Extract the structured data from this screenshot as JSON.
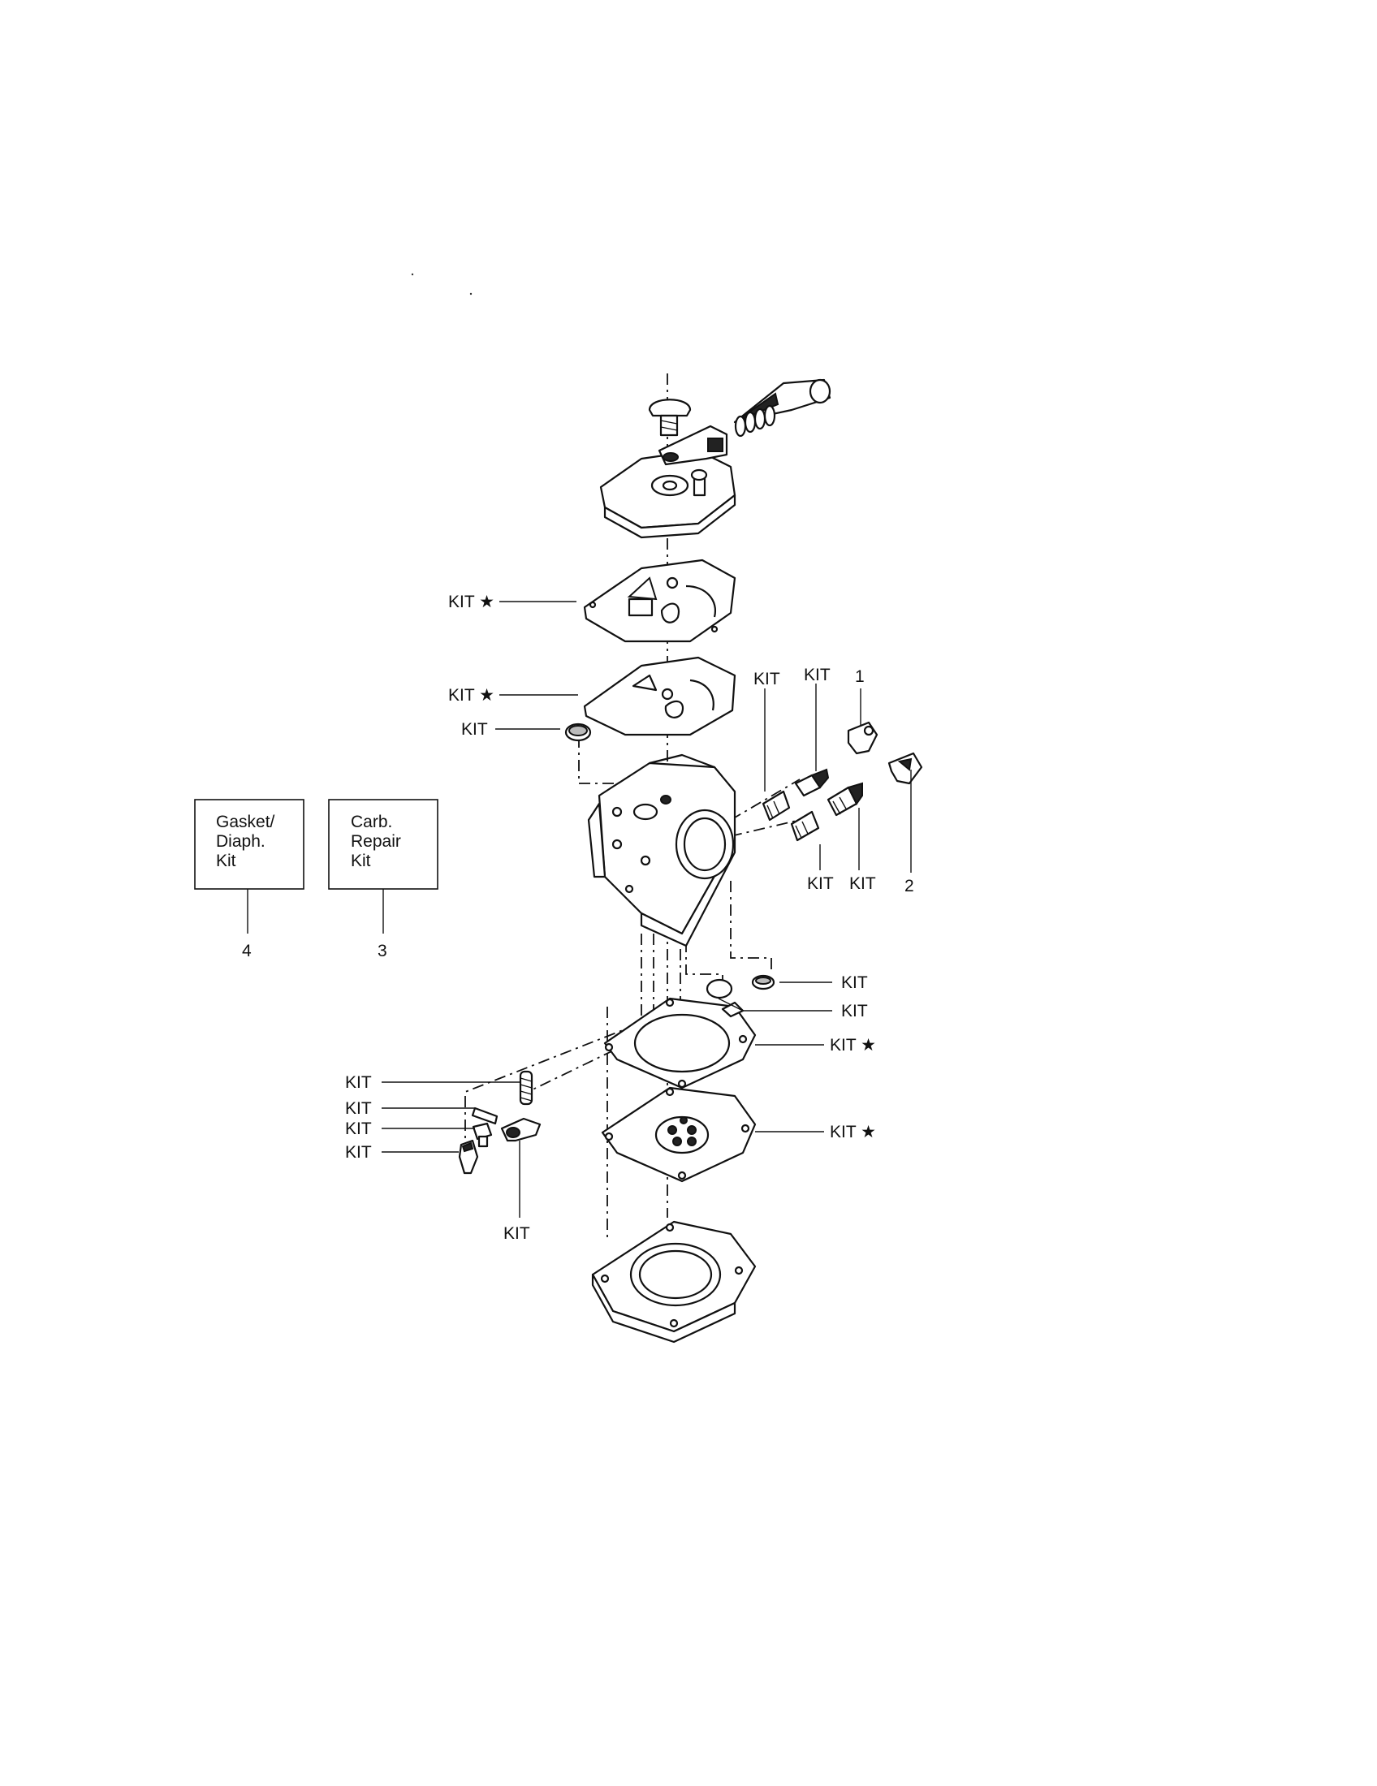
{
  "labels": {
    "kit": "KIT",
    "kit_star": "KIT ★"
  },
  "callouts": {
    "c1": "1",
    "c2": "2",
    "c3": "3",
    "c4": "4"
  },
  "kit_boxes": {
    "gasket_diaph": [
      "Gasket/",
      "Diaph.",
      "Kit"
    ],
    "carb_repair": [
      "Carb.",
      "Repair",
      "Kit"
    ]
  }
}
